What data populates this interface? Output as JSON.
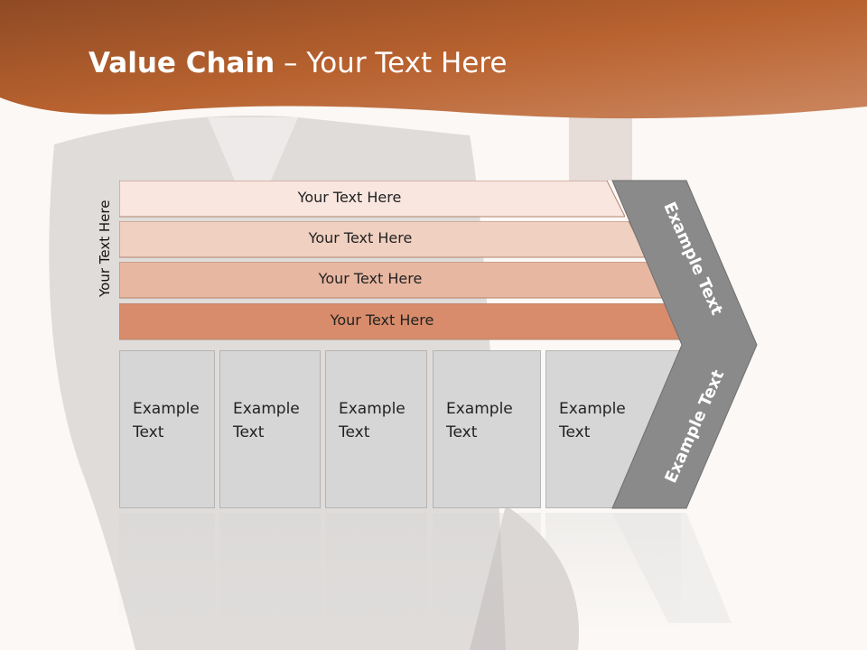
{
  "slide": {
    "title_bold": "Value Chain",
    "title_rest": " – Your Text Here",
    "side_label": "Your Text Here"
  },
  "bands": [
    {
      "label": "Your Text Here",
      "color": "#f8e6df"
    },
    {
      "label": "Your Text Here",
      "color": "#f0d0c0"
    },
    {
      "label": "Your Text Here",
      "color": "#e8b7a1"
    },
    {
      "label": "Your Text Here",
      "color": "#d88c6b"
    }
  ],
  "columns": [
    {
      "line1": "Example",
      "line2": "Text"
    },
    {
      "line1": "Example",
      "line2": "Text"
    },
    {
      "line1": "Example",
      "line2": "Text"
    },
    {
      "line1": "Example",
      "line2": "Text"
    },
    {
      "line1": "Example",
      "line2": "Text"
    }
  ],
  "chevron": {
    "upper_label": "Example Text",
    "lower_label": "Example Text",
    "color": "#8a8a8a"
  },
  "colors": {
    "header_dark": "#8f4a24",
    "header_light": "#c97a4f"
  }
}
